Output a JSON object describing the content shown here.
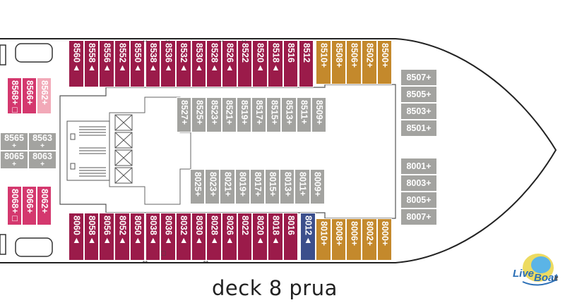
{
  "caption": "deck 8 prua",
  "logo": {
    "name": "LiveBoat",
    "line1": "Live",
    "line2": "Boat",
    "tld": ".it"
  },
  "colors": {
    "maroon": "#9b1b4a",
    "pink": "#d4386e",
    "light_pink": "#f2a9b8",
    "orange": "#c4892c",
    "gray": "#a3a3a0",
    "navy": "#3c4f8c"
  },
  "cabins": {
    "top_maroon": [
      "8560▲",
      "8558▲",
      "8556▲",
      "8552▲",
      "8550▲",
      "8538▲",
      "8536▲",
      "8532▲",
      "8530▲",
      "8528▲",
      "8526▲",
      "8522",
      "8520▲",
      "8518▲",
      "8516",
      "8512"
    ],
    "top_orange": [
      "8510+",
      "8508+",
      "8506+",
      "8502+",
      "8500+"
    ],
    "bottom_maroon": [
      "8060▲",
      "8058▲",
      "8056▲",
      "8052▲",
      "8050▲",
      "8038▲",
      "8036▲",
      "8032▲",
      "8030▲",
      "8028▲",
      "8026▲",
      "8022",
      "8020▲",
      "8018▲",
      "8016"
    ],
    "bottom_navy": [
      "8012▲"
    ],
    "bottom_orange": [
      "8010+",
      "8008+",
      "8006+",
      "8002+",
      "8000+"
    ],
    "inner_top": [
      "8527+",
      "8525+",
      "8523+",
      "8521+",
      "8519+",
      "8517+",
      "8515+",
      "8513+",
      "8511+",
      "8509+"
    ],
    "inner_bottom": [
      "8025+",
      "8023+",
      "8021+",
      "8019+",
      "8017+",
      "8015+",
      "8013+",
      "8011+",
      "8009+"
    ],
    "bow_column": [
      "8507+",
      "8505+",
      "8503+",
      "8501+",
      "8001+",
      "8003+",
      "8005+",
      "8007+"
    ],
    "left_top_pink": [
      "8568+□",
      "8566+",
      "8562+"
    ],
    "left_bottom_pink": [
      "8068+□",
      "8066+",
      "8062+"
    ],
    "left_gray": [
      "8565",
      "8563",
      "8065",
      "8063"
    ],
    "left_gray_marks": [
      "+",
      "+",
      "+",
      "+"
    ]
  },
  "marks": {
    "connect": "↔",
    "access": "□"
  }
}
